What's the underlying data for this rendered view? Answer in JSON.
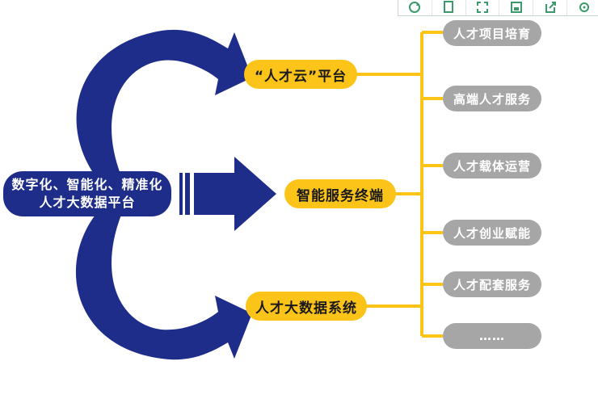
{
  "toolbar": {
    "icons": [
      "refresh-icon",
      "copy-icon",
      "fullscreen-icon",
      "save-icon",
      "export-icon",
      "settings-icon"
    ]
  },
  "source": {
    "line1": "数字化、智能化、精准化",
    "line2": "人才大数据平台"
  },
  "middle_nodes": [
    "“人才云”平台",
    "智能服务终端",
    "人才大数据系统"
  ],
  "right_nodes": [
    "人才项目培育",
    "高端人才服务",
    "人才载体运营",
    "人才创业赋能",
    "人才配套服务",
    "……"
  ],
  "colors": {
    "navy": "#1f2d8a",
    "yellow": "#fcc419",
    "gray": "#a6a6a6"
  }
}
